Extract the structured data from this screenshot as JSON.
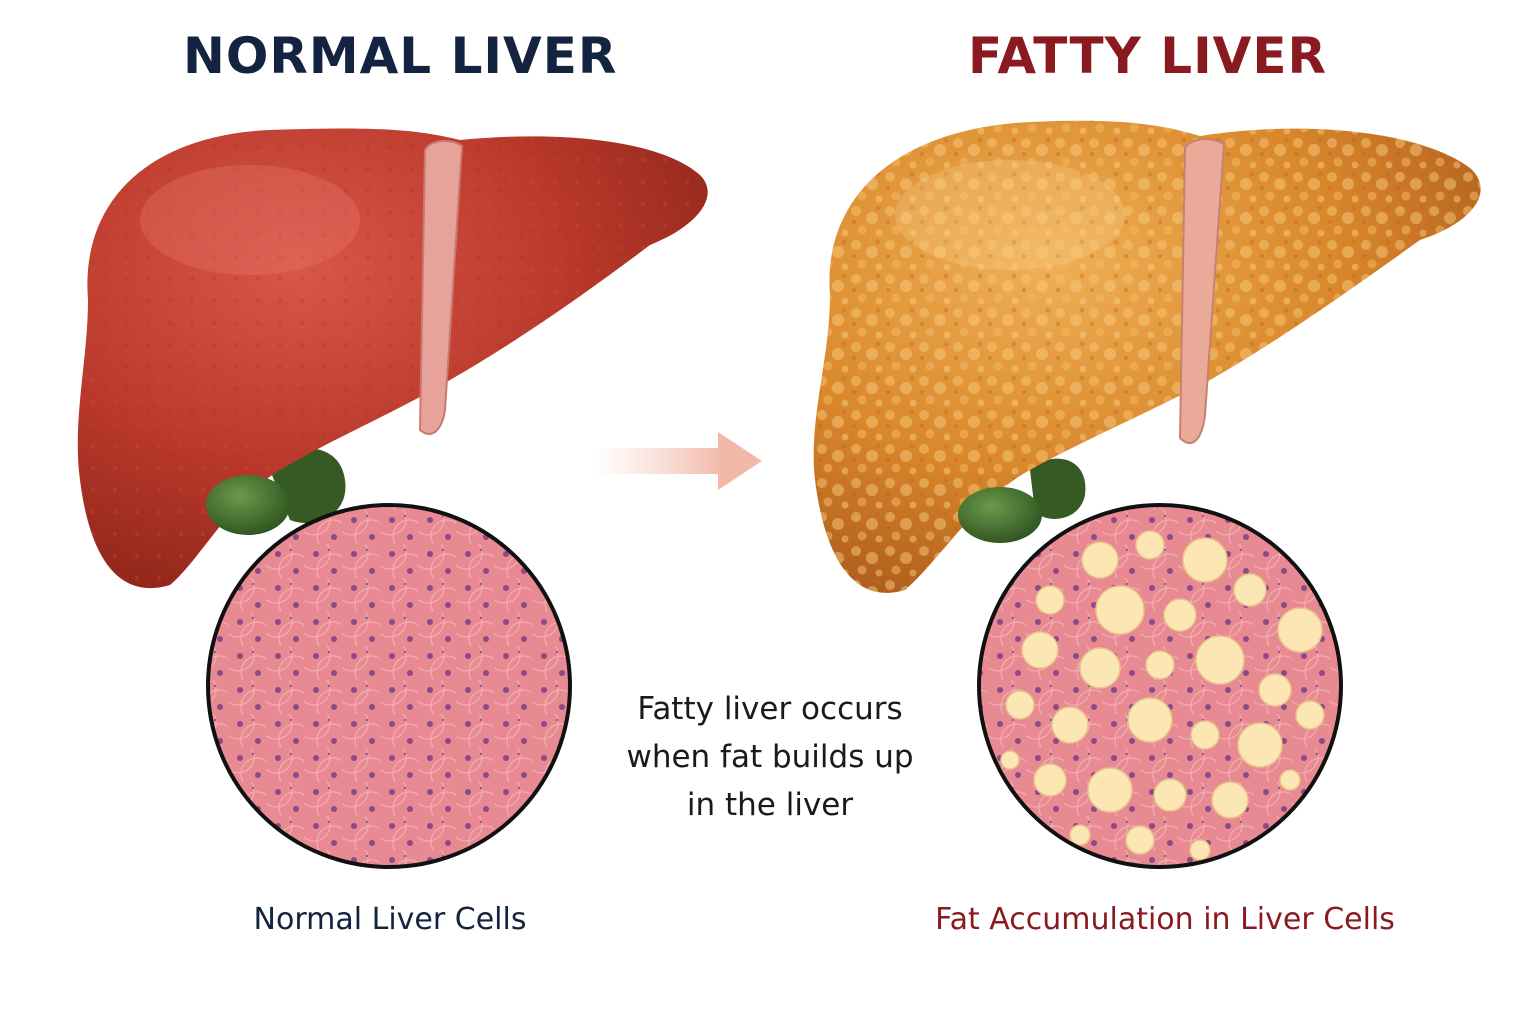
{
  "titles": {
    "normal": "NORMAL LIVER",
    "fatty": "FATTY LIVER"
  },
  "captions": {
    "normal_cells": "Normal Liver Cells",
    "fatty_cells": "Fat Accumulation in Liver Cells"
  },
  "description": {
    "lines": [
      "Fatty liver occurs",
      "when fat builds up",
      "in the liver"
    ]
  },
  "colors": {
    "normal_title": "#14233f",
    "fatty_title": "#8a1a1f",
    "normal_liver": "#b8382a",
    "fatty_liver": "#d9872b",
    "gallbladder": "#3f6a2a",
    "tissue": "#e88a92",
    "fat_droplet": "#fbe6b4",
    "nucleus": "#8a4a8a",
    "arrow": "#f2b9a8"
  }
}
